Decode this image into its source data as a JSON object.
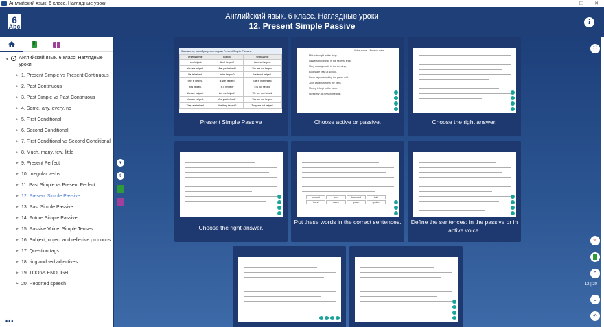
{
  "window": {
    "title": "Английский язык. 6 класс. Наглядные уроки",
    "controls": [
      "—",
      "❐",
      "✕"
    ]
  },
  "header": {
    "logo_top": "6",
    "logo_bottom": "Abc",
    "title": "Английский язык. 6 класс. Наглядные уроки",
    "subtitle": "12. Present Simple Passive",
    "info_label": "i"
  },
  "sidebar": {
    "root_label": "Английский язык. 6 класс. Наглядные уроки",
    "items": [
      {
        "label": "1. Present Simple vs Present Continuous"
      },
      {
        "label": "2. Past Continuous"
      },
      {
        "label": "3. Past Simple vs Past Continuous"
      },
      {
        "label": "4. Some, any, every, no"
      },
      {
        "label": "5. First Conditional"
      },
      {
        "label": "6. Second Conditional"
      },
      {
        "label": "7. First Conditional vs Second Conditional"
      },
      {
        "label": "8. Much, many, few, little"
      },
      {
        "label": "9. Present Perfect"
      },
      {
        "label": "10. Irregular verbs"
      },
      {
        "label": "11. Past Simple vs Present Perfect"
      },
      {
        "label": "12. Present Simple Passive"
      },
      {
        "label": "13. Past Simple Passive"
      },
      {
        "label": "14. Future Simple Passive"
      },
      {
        "label": "15. Passive Voice. Simple Tenses"
      },
      {
        "label": "16. Subject, object and reflexive pronouns"
      },
      {
        "label": "17. Question tags"
      },
      {
        "label": "18. -ing and -ed adjectives"
      },
      {
        "label": "19. TOO vs ENOUGH"
      },
      {
        "label": "20. Reported speech"
      }
    ],
    "active_index": 11,
    "more_label": "•••"
  },
  "cards": [
    {
      "caption": "Present Simple Passive"
    },
    {
      "caption": "Choose active or passive."
    },
    {
      "caption": "Choose the right answer."
    },
    {
      "caption": "Choose the right answer."
    },
    {
      "caption": "Put these words in the correct sentences."
    },
    {
      "caption": "Define the sentences: in the passive or in active voice."
    },
    {
      "caption": ""
    },
    {
      "caption": ""
    }
  ],
  "card1_table": {
    "heading": "Запомните, как образуется форма Present Simple Passive.",
    "columns": [
      "Утверждение",
      "Вопрос",
      "Отрицание"
    ],
    "rows": [
      [
        "I am helped.",
        "Am I helped?",
        "I am not helped."
      ],
      [
        "You are helped.",
        "Are you helped?",
        "You are not helped."
      ],
      [
        "He is helped.",
        "Is he helped?",
        "He is not helped."
      ],
      [
        "She is helped.",
        "Is she helped?",
        "She is not helped."
      ],
      [
        "It is helped.",
        "Is it helped?",
        "It is not helped."
      ],
      [
        "We are helped.",
        "Are we helped?",
        "We are not helped."
      ],
      [
        "You are helped.",
        "Are you helped?",
        "You are not helped."
      ],
      [
        "They are helped.",
        "Are they helped?",
        "They are not helped."
      ]
    ]
  },
  "card2_header": {
    "col1": "Active voice",
    "col2": "Passive voice"
  },
  "card2_rows": [
    "Milk is bought in the shop.",
    "I always buy bread in the nearest shop.",
    "Mary usually reads in the evening.",
    "Books are read at school.",
    "Paper is produced by the paper mill.",
    "John always forgets the pens.",
    "Money is kept in the bank.",
    "I keep my old toys in the attic."
  ],
  "card5_words": [
    "cooked",
    "worn",
    "decorated",
    "built",
    "found",
    "eaten",
    "grown",
    "spoken"
  ],
  "pager": {
    "current": "12",
    "total": "20",
    "text": "12 | 20"
  }
}
